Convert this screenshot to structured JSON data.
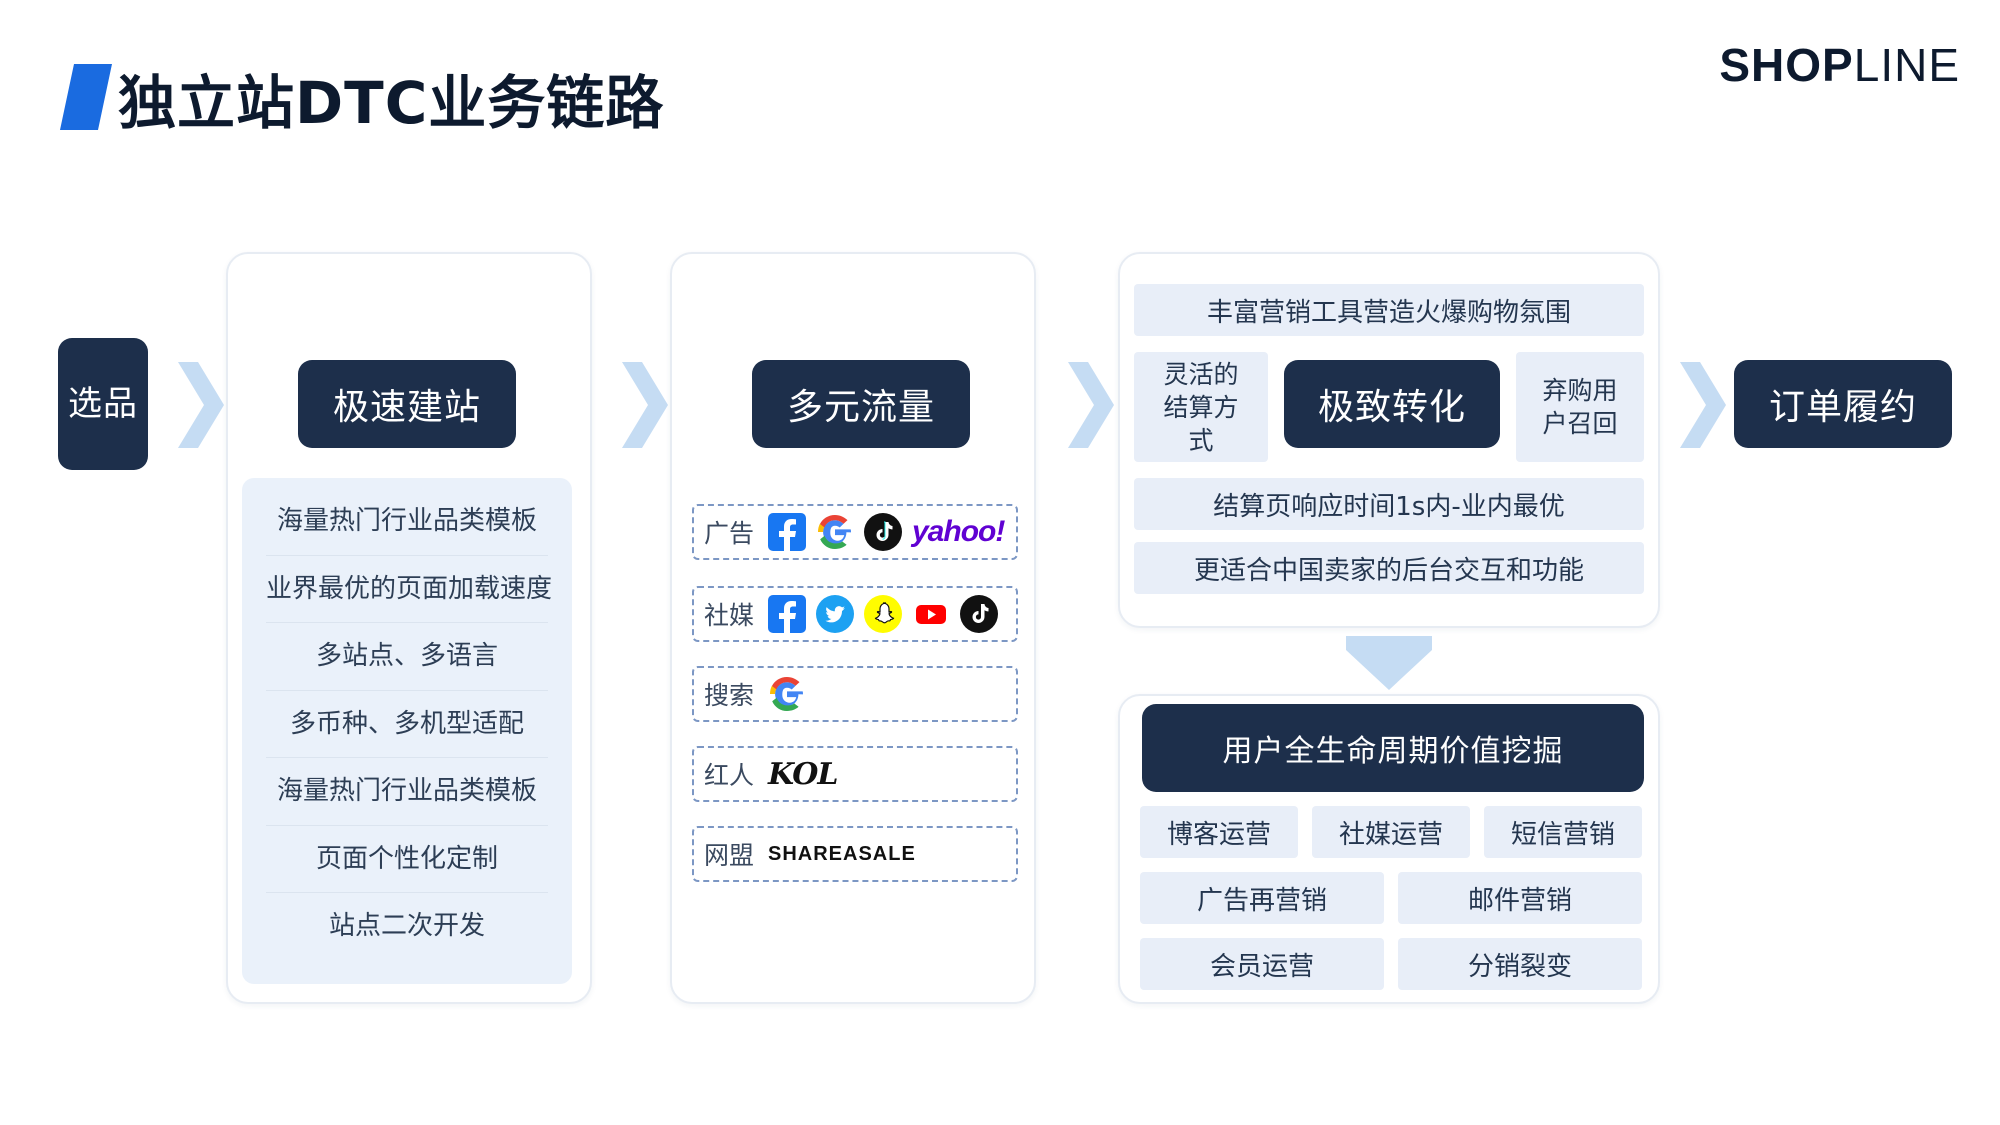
{
  "header": {
    "title": "独立站DTC业务链路",
    "logo_bold": "SHOP",
    "logo_light": "LINE"
  },
  "colors": {
    "dark_navy": "#1d2f4b",
    "accent_blue": "#1a6be0",
    "light_cell": "#e8eef8",
    "chevron": "#c5dcf3"
  },
  "flow": {
    "pick": "选品",
    "build_site": {
      "label": "极速建站",
      "features": [
        "海量热门行业品类模板",
        "业界最优的页面加载速度",
        "多站点、多语言",
        "多币种、多机型适配",
        "海量热门行业品类模板",
        "页面个性化定制",
        "站点二次开发"
      ]
    },
    "traffic": {
      "label": "多元流量",
      "channels": [
        {
          "label": "广告",
          "icons": [
            "facebook-icon",
            "google-icon",
            "tiktok-icon",
            "yahoo-logo"
          ],
          "text_logo": "yahoo!"
        },
        {
          "label": "社媒",
          "icons": [
            "facebook-icon",
            "twitter-icon",
            "snapchat-icon",
            "youtube-icon",
            "tiktok-icon"
          ]
        },
        {
          "label": "搜索",
          "icons": [
            "google-icon"
          ]
        },
        {
          "label": "红人",
          "icons": [
            "kol-logo"
          ],
          "text_logo": "KOL"
        },
        {
          "label": "网盟",
          "icons": [
            "shareasale-logo"
          ],
          "text_logo": "SHAREASALE"
        }
      ]
    },
    "conversion": {
      "label": "极致转化",
      "top": "丰富营销工具营造火爆购物氛围",
      "left": "灵活的结算方式",
      "right": "弃购用户召回",
      "row2": "结算页响应时间1s内-业内最优",
      "row3": "更适合中国卖家的后台交互和功能"
    },
    "fulfillment": "订单履约",
    "lifecycle": {
      "label": "用户全生命周期价值挖掘",
      "row1": [
        "博客运营",
        "社媒运营",
        "短信营销"
      ],
      "row2": [
        "广告再营销",
        "邮件营销"
      ],
      "row3": [
        "会员运营",
        "分销裂变"
      ]
    }
  }
}
